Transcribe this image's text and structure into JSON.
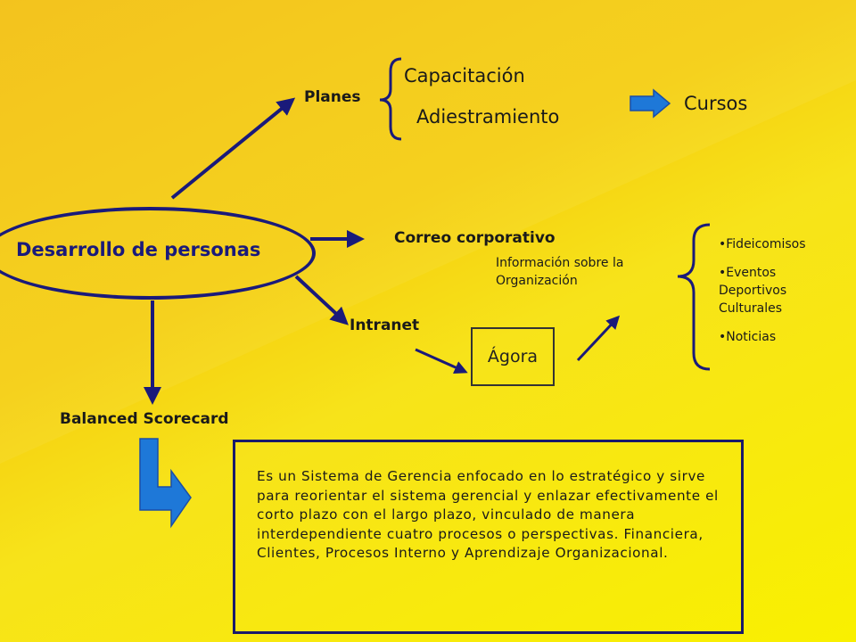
{
  "central": {
    "label": "Desarrollo de personas"
  },
  "planes": {
    "label": "Planes",
    "items": [
      "Capacitación",
      "Adiestramiento"
    ],
    "result": "Cursos"
  },
  "correo": {
    "label": "Correo corporativo",
    "description": "Información sobre la Organización",
    "bullets": [
      "•Fideicomisos",
      "•Eventos Deportivos Culturales",
      "•Noticias"
    ]
  },
  "intranet": {
    "label": "Intranet",
    "target": "Ágora"
  },
  "balanced": {
    "label": "Balanced Scorecard",
    "description": "Es un Sistema de Gerencia enfocado en lo estratégico y sirve para reorientar el sistema gerencial y enlazar efectivamente el corto plazo con el largo plazo, vinculado de manera interdependiente cuatro procesos o perspectivas. Financiera, Clientes, Procesos Interno y Aprendizaje Organizacional."
  },
  "colors": {
    "arrow": "#1a1a7a",
    "accent_arrow": "#1e78d8",
    "background": "#f5d010"
  }
}
